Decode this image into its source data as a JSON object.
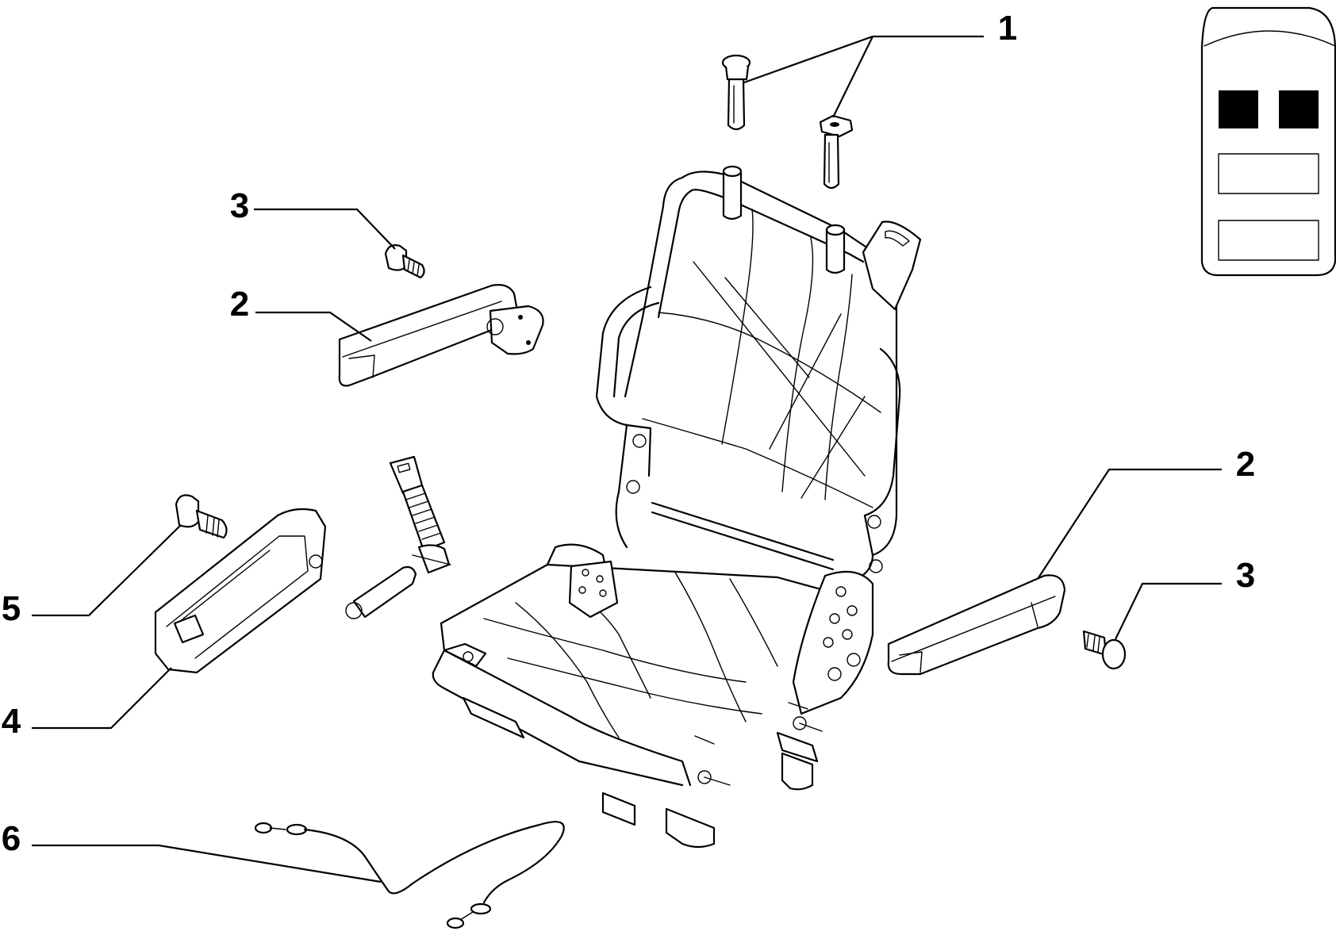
{
  "callouts": [
    {
      "id": "c1",
      "label": "1"
    },
    {
      "id": "c3a",
      "label": "3"
    },
    {
      "id": "c2a",
      "label": "2"
    },
    {
      "id": "c2b",
      "label": "2"
    },
    {
      "id": "c3b",
      "label": "3"
    },
    {
      "id": "c5",
      "label": "5"
    },
    {
      "id": "c4",
      "label": "4"
    },
    {
      "id": "c6",
      "label": "6"
    }
  ],
  "icons": {
    "vehicle_locator": "van-seat-locator-icon"
  },
  "colors": {
    "line": "#000000",
    "background": "#ffffff"
  }
}
